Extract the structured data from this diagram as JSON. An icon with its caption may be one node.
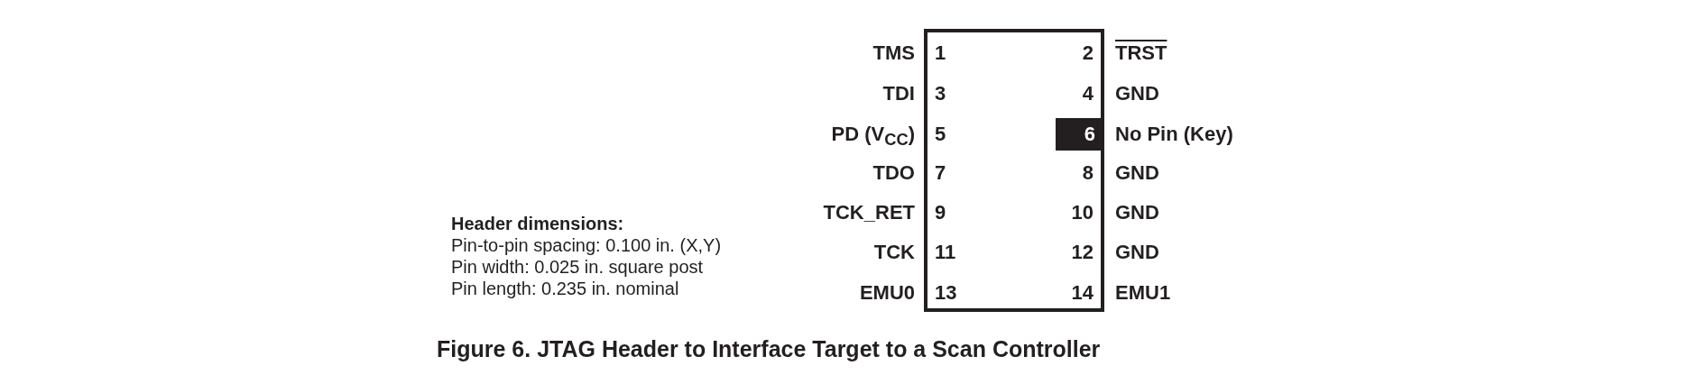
{
  "diagram": {
    "caption": "Figure 6. JTAG Header to Interface Target to a Scan Controller",
    "nodes": [
      {
        "text": [],
        "shape": "box"
      },
      {
        "text": [
          "1"
        ],
        "in": 0,
        "beside": [
          "TMS"
        ]
      },
      {
        "text": [
          "2"
        ],
        "in": 0,
        "beside": [
          "TRST"
        ]
      },
      {
        "text": [
          "3"
        ],
        "in": 0,
        "beside": [
          "TDI"
        ]
      },
      {
        "text": [
          "4"
        ],
        "in": 0,
        "beside": [
          "GND"
        ]
      },
      {
        "text": [
          "5"
        ],
        "in": 0,
        "beside": [
          "PD (V$_{CC}$)"
        ]
      },
      {
        "text": [
          "6"
        ],
        "in": 0,
        "beside": [
          "No Pin (Key)"
        ]
      },
      {
        "text": [
          "7"
        ],
        "in": 0,
        "beside": [
          "TDO"
        ]
      },
      {
        "text": [
          "8"
        ],
        "in": 0,
        "beside": [
          "GND"
        ]
      },
      {
        "text": [
          "9"
        ],
        "in": 0,
        "beside": [
          "TCK_RET"
        ]
      },
      {
        "text": [
          "10"
        ],
        "in": 0,
        "beside": [
          "GND"
        ]
      },
      {
        "text": [
          "11"
        ],
        "in": 0,
        "beside": [
          "TCK"
        ]
      },
      {
        "text": [
          "12"
        ],
        "in": 0,
        "beside": [
          "GND"
        ]
      },
      {
        "text": [
          "13"
        ],
        "in": 0,
        "beside": [
          "EMU0"
        ]
      },
      {
        "text": [
          "14"
        ],
        "in": 0,
        "beside": [
          "EMU1"
        ]
      }
    ],
    "labels": [
      "Header dimensions:",
      "Pin-to-pin spacing: 0.100 in. (X,Y)",
      "Pin width: 0.025 in. square post",
      "Pin length: 0.235 in. nominal"
    ]
  }
}
